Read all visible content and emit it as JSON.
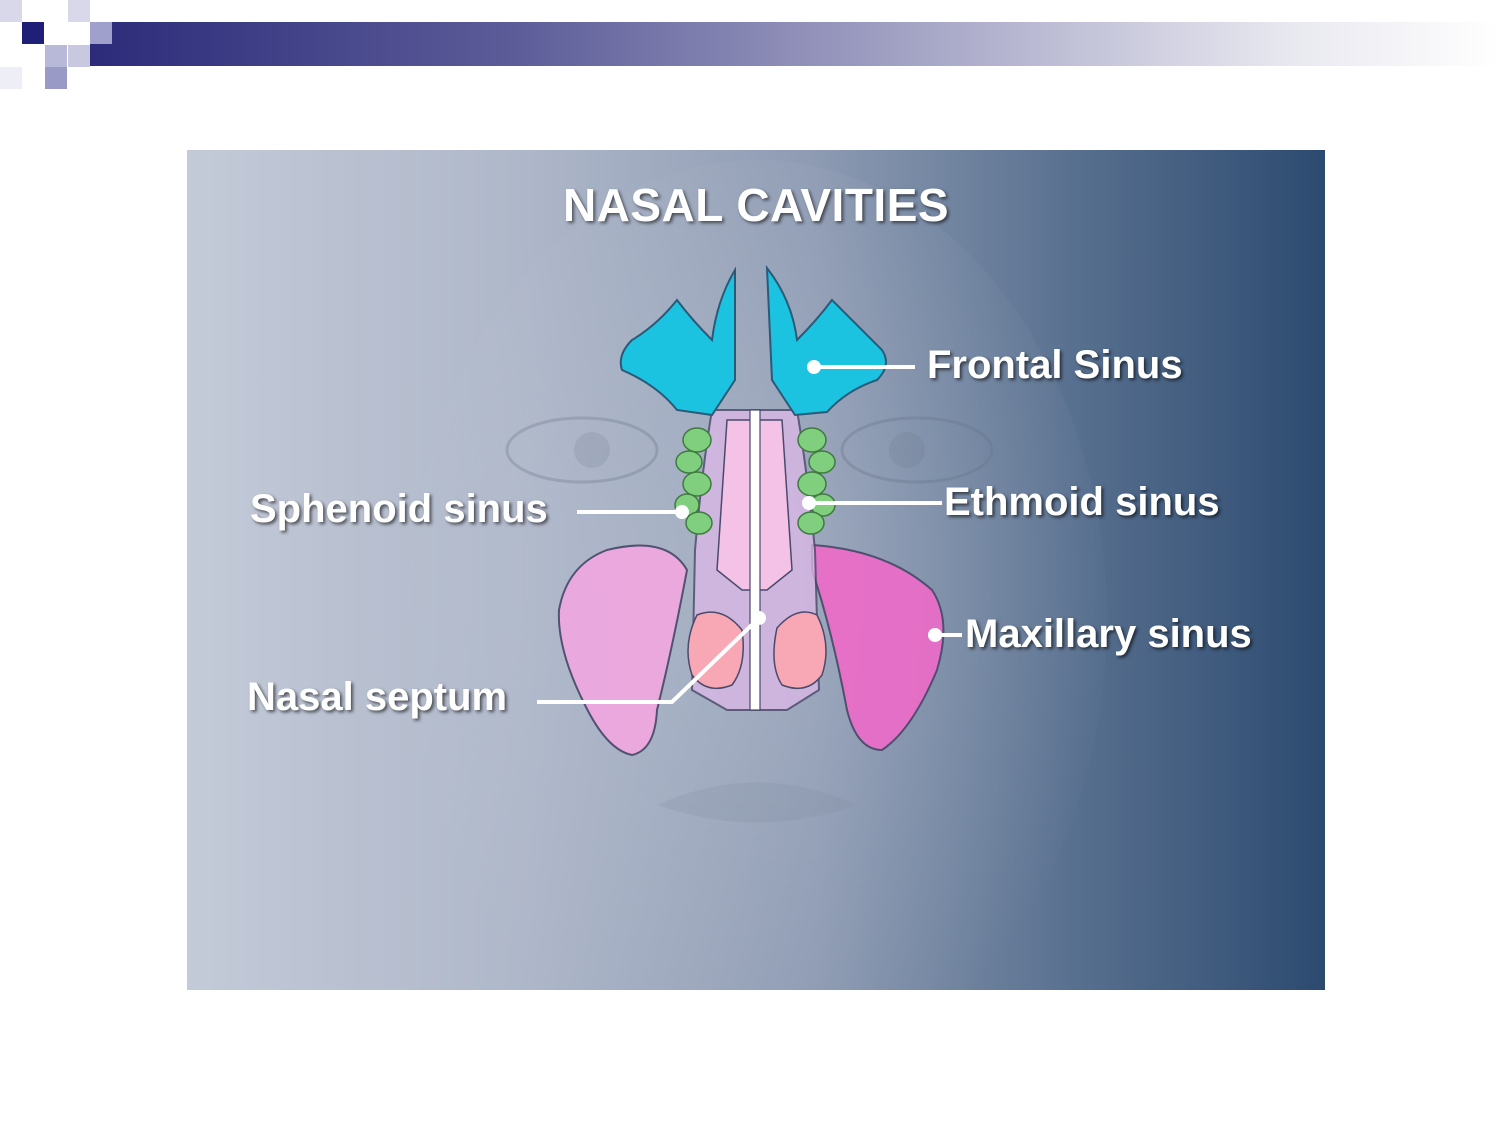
{
  "title": "NASAL CAVITIES",
  "labels": {
    "frontal_sinus": "Frontal Sinus",
    "sphenoid_sinus": "Sphenoid sinus",
    "ethmoid_sinus": "Ethmoid sinus",
    "maxillary_sinus": "Maxillary sinus",
    "nasal_septum": "Nasal septum"
  },
  "colors": {
    "frontal_sinus": "#1cc3e0",
    "ethmoid_sinus": "#7fcf7f",
    "maxillary_sinus_left": "#f0a8e0",
    "maxillary_sinus_right": "#ec6cc8",
    "nasal_cavity": "#f4c2e6",
    "turbinates": "#f7a8b4",
    "leader_lines": "#ffffff"
  }
}
